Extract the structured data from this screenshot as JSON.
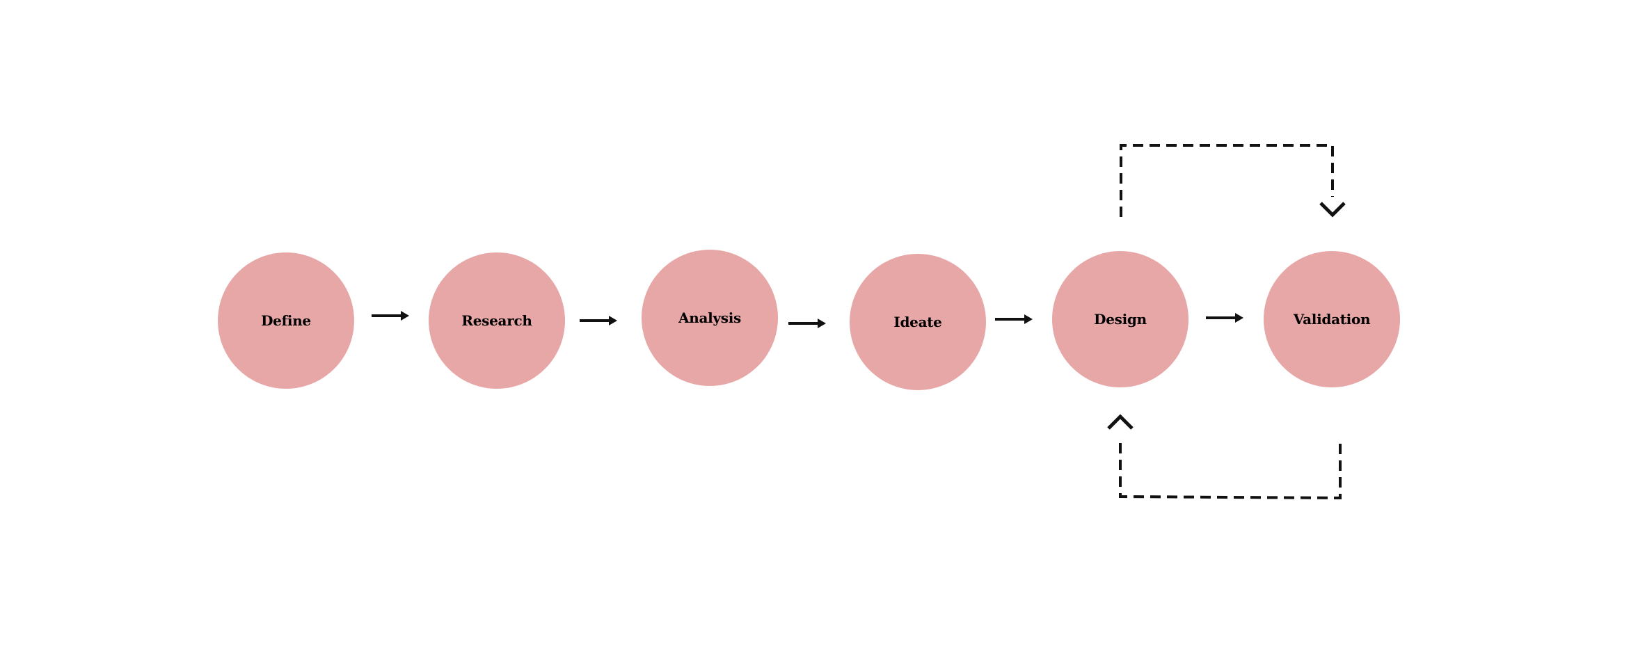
{
  "diagram": {
    "node_color": "#e8a7a7",
    "line_color": "#111111",
    "nodes": [
      {
        "label": "Define"
      },
      {
        "label": "Research"
      },
      {
        "label": "Analysis"
      },
      {
        "label": "Ideate"
      },
      {
        "label": "Design"
      },
      {
        "label": "Validation"
      }
    ],
    "edges": [
      {
        "from": "Define",
        "to": "Research",
        "style": "solid"
      },
      {
        "from": "Research",
        "to": "Analysis",
        "style": "solid"
      },
      {
        "from": "Analysis",
        "to": "Ideate",
        "style": "solid"
      },
      {
        "from": "Ideate",
        "to": "Design",
        "style": "solid"
      },
      {
        "from": "Design",
        "to": "Validation",
        "style": "solid"
      },
      {
        "from": "Design",
        "to": "Validation",
        "style": "dashed",
        "route": "over"
      },
      {
        "from": "Validation",
        "to": "Design",
        "style": "dashed",
        "route": "under"
      }
    ]
  }
}
